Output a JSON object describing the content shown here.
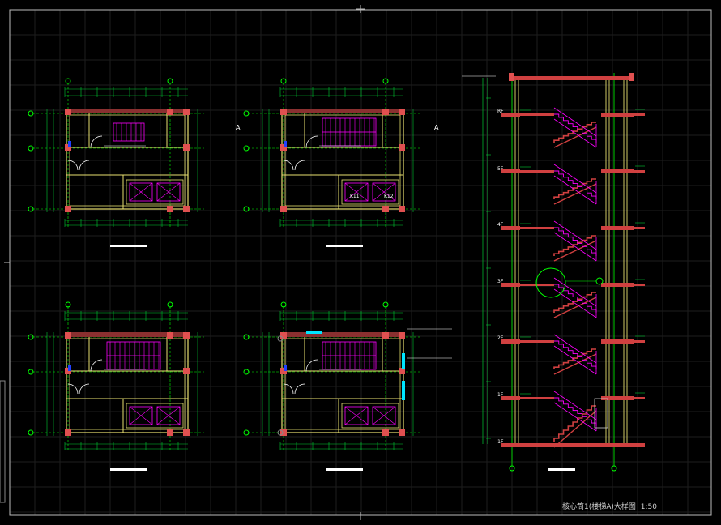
{
  "drawing": {
    "title": "核心筒1(楼梯A)大样图",
    "scale": "1:50"
  },
  "section_marks": {
    "left": "A",
    "right": "A"
  },
  "elevation": {
    "floor_labels": [
      "RF",
      "5F",
      "4F",
      "3F",
      "2F",
      "1F",
      "-1F"
    ]
  },
  "plans": {
    "elevator_labels": [
      "K11",
      "K12"
    ]
  },
  "colors": {
    "background": "#000000",
    "grid": "#1e1e1e",
    "wall": "#e8e070",
    "axis": "#00ff00",
    "column": "#e05050",
    "stair": "#ff00ff",
    "slab": "#d04040",
    "dim": "#00cc33",
    "cyan": "#00e5ff",
    "text": "#ffffff"
  },
  "icons": {
    "axis_bubble": "circle-outline-icon",
    "north_mark": "crosshair-icon"
  }
}
